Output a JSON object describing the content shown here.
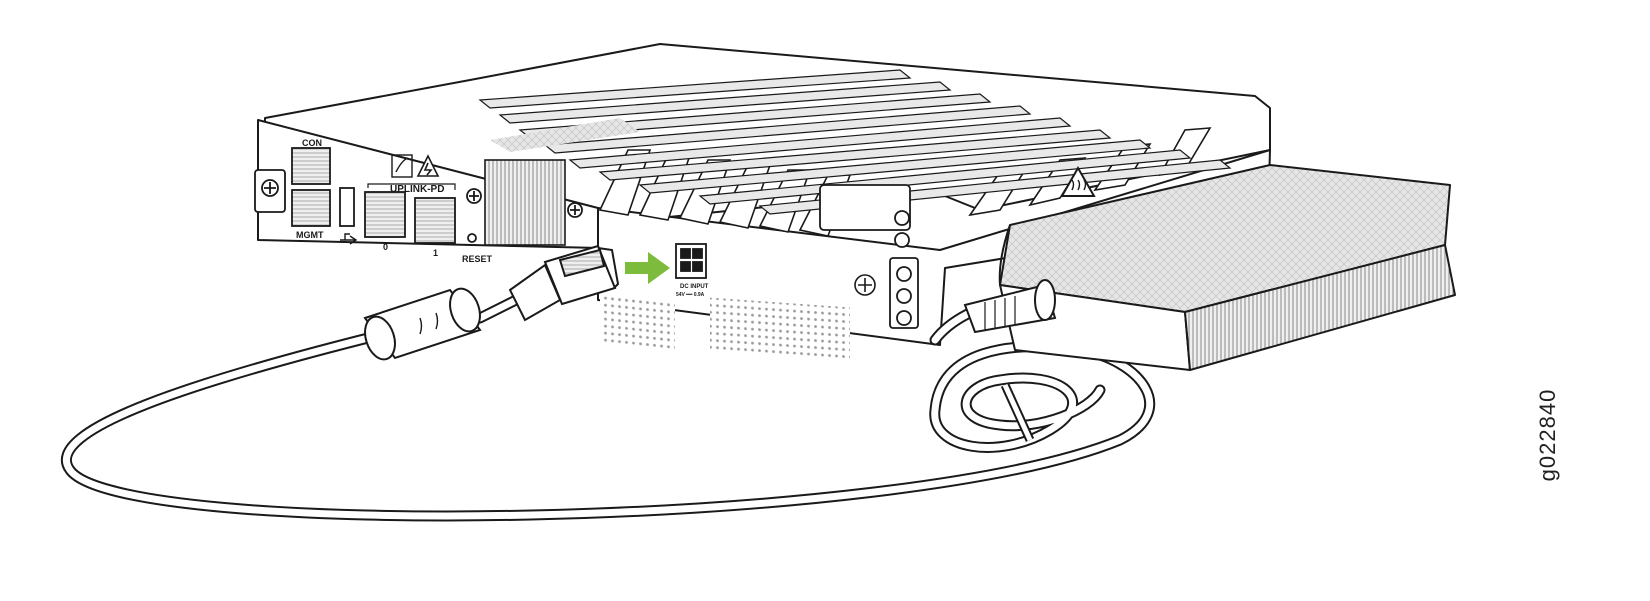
{
  "figure": {
    "id": "g022840"
  },
  "labels": {
    "con": "CON",
    "mgmt": "MGMT",
    "uplink": "UPLINK-PD",
    "port0": "0",
    "port1": "1",
    "reset": "RESET",
    "dc_input": "DC INPUT",
    "dc_rating": "54V ━━ 0.9A"
  },
  "icons": {
    "usb": "usb-icon",
    "warning": "warning-triangle-icon",
    "hot_surface": "hot-surface-warning-icon",
    "esd": "esd-icon",
    "arrow": "insert-direction-arrow-icon"
  },
  "colors": {
    "arrow": "#7dbb3c",
    "line": "#1a1a1a",
    "fill": "#ffffff",
    "shade": "#d9d9d9",
    "dark_shade": "#9a9a9a"
  }
}
